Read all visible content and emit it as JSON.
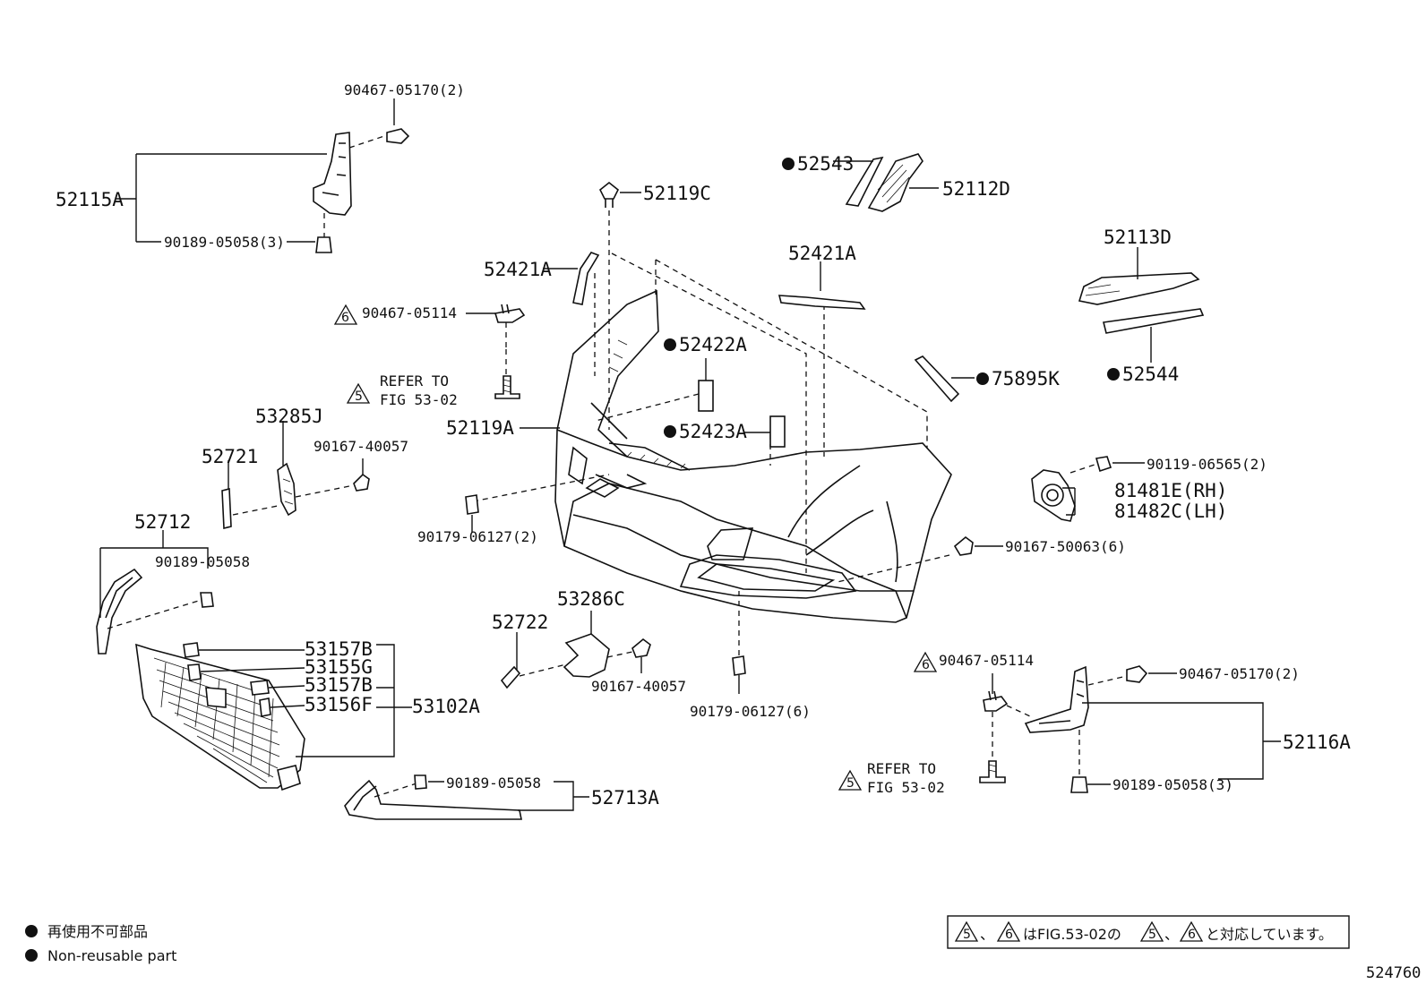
{
  "labels": {
    "p90467_05170_top": "90467-05170(2)",
    "p52115A": "52115A",
    "p90189_05058_3_left": "90189-05058(3)",
    "p52119C": "52119C",
    "p52543": "52543",
    "p52112D": "52112D",
    "p52421A_left": "52421A",
    "p52421A_right": "52421A",
    "p52113D": "52113D",
    "p90467_05114_left": "90467-05114",
    "p52422A": "52422A",
    "p75895K": "75895K",
    "p52544": "52544",
    "refer_to_left_1": "REFER TO",
    "refer_to_left_2": "FIG 53-02",
    "p52119A": "52119A",
    "p52423A": "52423A",
    "p53285J": "53285J",
    "p90167_40057_left": "90167-40057",
    "p52721": "52721",
    "p90119_06565": "90119-06565(2)",
    "p81481E": "81481E(RH)",
    "p81482C": "81482C(LH)",
    "p52712": "52712",
    "p90179_06127_2": "90179-06127(2)",
    "p90189_05058_single": "90189-05058",
    "p90167_50063": "90167-50063(6)",
    "p53286C": "53286C",
    "p52722": "52722",
    "p53157B_a": "53157B",
    "p53155G": "53155G",
    "p53157B_b": "53157B",
    "p53156F": "53156F",
    "p53102A": "53102A",
    "p90167_40057_mid": "90167-40057",
    "p90179_06127_6": "90179-06127(6)",
    "p90467_05114_right": "90467-05114",
    "p90467_05170_right": "90467-05170(2)",
    "p52116A": "52116A",
    "refer_to_right_1": "REFER TO",
    "refer_to_right_2": "FIG 53-02",
    "p90189_05058_3_right": "90189-05058(3)",
    "p90189_05058_bottom": "90189-05058",
    "p52713A": "52713A",
    "tri5": "5",
    "tri6": "6"
  },
  "legend": {
    "jp": "再使用不可部品",
    "en": "Non-reusable part"
  },
  "note": {
    "part1": "、",
    "part2": "はFIG.53-02の",
    "part3": "、",
    "part4": "と対応しています。"
  },
  "diagram_code": "524760"
}
